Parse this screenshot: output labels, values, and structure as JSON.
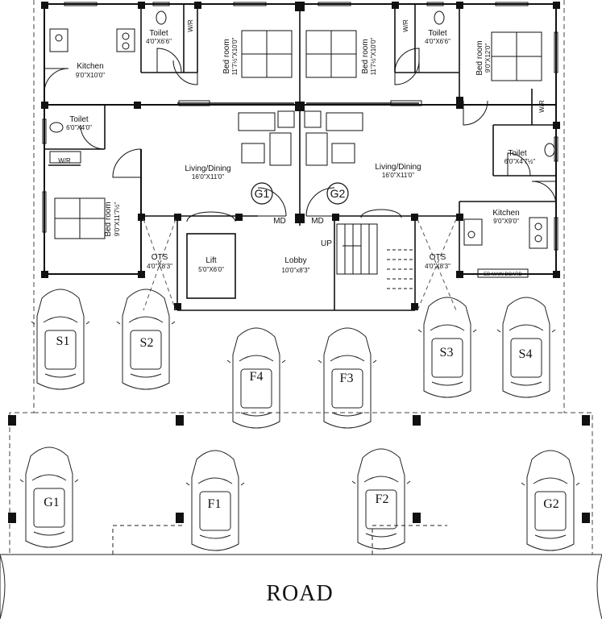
{
  "rooms": {
    "kitchen_w": {
      "name": "Kitchen",
      "dim": "9'0\"X10'0\""
    },
    "toilet_w_top": {
      "name": "Toilet",
      "dim": "4'0\"X6'6\""
    },
    "wr_w_top": {
      "name": "W/R"
    },
    "bed_w_top": {
      "name": "Bed room",
      "dim": "11'7½\"X10'0\""
    },
    "bed_e_top": {
      "name": "Bed room",
      "dim": "11'7½\"X10'0\""
    },
    "wr_e_top": {
      "name": "W/R"
    },
    "toilet_e_top": {
      "name": "Toilet",
      "dim": "4'0\"X6'6\""
    },
    "bed_ne": {
      "name": "Bed room",
      "dim": "9'0\"X12'0\""
    },
    "toilet_w_mid": {
      "name": "Toilet",
      "dim": "6'0\"X4'0\""
    },
    "wr_w_mid": {
      "name": "W/R"
    },
    "wr_e_mid": {
      "name": "W/R"
    },
    "toilet_e_mid": {
      "name": "Toilet",
      "dim": "6'0\"X4'7½\""
    },
    "living_w": {
      "name": "Living/Dining",
      "dim": "16'0\"X11'0\""
    },
    "living_e": {
      "name": "Living/Dining",
      "dim": "16'0\"X11'0\""
    },
    "bed_sw": {
      "name": "Bed room",
      "dim": "9'0\"X11'7½\""
    },
    "kitchen_e": {
      "name": "Kitchen",
      "dim": "9'0\"X9'0\""
    },
    "ots_w": {
      "name": "OTS",
      "dim": "4'0\"X8'3\""
    },
    "ots_e": {
      "name": "OTS",
      "dim": "4'0\"X8'3\""
    },
    "lift": {
      "name": "Lift",
      "dim": "5'0\"X6'0\""
    },
    "lobby": {
      "name": "Lobby",
      "dim": "10'0\"x8'3\""
    }
  },
  "doors": {
    "md_left": "MD",
    "md_right": "MD",
    "up": "UP"
  },
  "units": {
    "g1": "G1",
    "g2": "G2"
  },
  "eb_board": "EB MAIN BOARD",
  "parking": {
    "s1": "S1",
    "s2": "S2",
    "s3": "S3",
    "s4": "S4",
    "f1": "F1",
    "f2": "F2",
    "f3": "F3",
    "f4": "F4",
    "g1": "G1",
    "g2": "G2"
  },
  "road": "ROAD"
}
